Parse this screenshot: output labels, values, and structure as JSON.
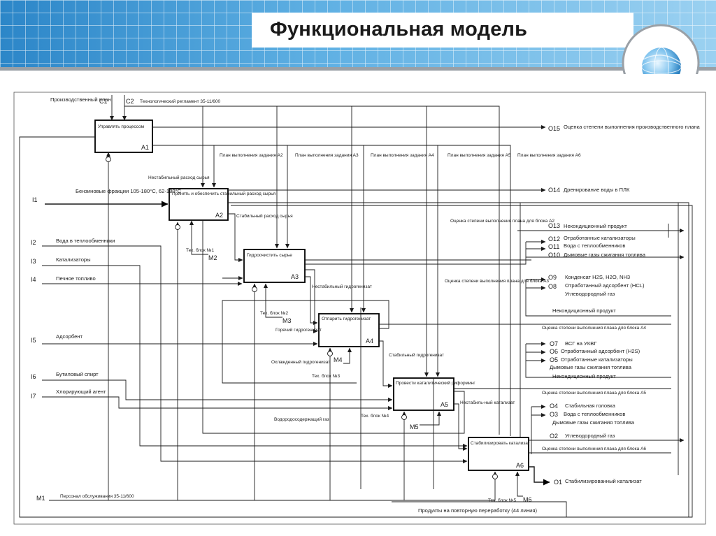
{
  "title": "Функциональная модель",
  "colors": {
    "header_blue": "#2e87c9",
    "header_light": "#8fc8ec",
    "grid": "#ffffff",
    "line": "#1a1a1a"
  },
  "icons": {
    "globe": "globe-icon"
  },
  "controls": {
    "c1": "C1",
    "c1_text": "Производственный план",
    "c2": "C2",
    "c2_text": "Технологический регламент 35-11/600",
    "plan": [
      "План выполнения задания А2",
      "План выполнения задания А3",
      "План выполнения задания А4",
      "План выполнения задания А5",
      "План выполнения задания А6"
    ]
  },
  "blocks": [
    {
      "id": "A1",
      "label": "Управлять процессом"
    },
    {
      "id": "A2",
      "label": "Принять и обеспечить стабильный расход сырья"
    },
    {
      "id": "A3",
      "label": "Гидроочистить сырье"
    },
    {
      "id": "A4",
      "label": "Отпарить гидрогенизат"
    },
    {
      "id": "A5",
      "label": "Провести каталитический риформинг"
    },
    {
      "id": "A6",
      "label": "Стабилизировать катализат"
    }
  ],
  "inputs": [
    {
      "code": "I1",
      "label": "Бензиновые фракции 105-180°С, 62-180°С"
    },
    {
      "code": "I2",
      "label": "Вода в теплообменники"
    },
    {
      "code": "I3",
      "label": "Катализаторы"
    },
    {
      "code": "I4",
      "label": "Печное топливо"
    },
    {
      "code": "I5",
      "label": "Адсорбент"
    },
    {
      "code": "I6",
      "label": "Бутиловый спирт"
    },
    {
      "code": "I7",
      "label": "Хлорирующий агент"
    }
  ],
  "mechanisms": {
    "m1": "M1",
    "m1_text": "Персонал обслуживания 35-11/600",
    "m2": "M2",
    "m3": "M3",
    "m4": "M4",
    "m5": "M5",
    "m6": "M6",
    "tb1": "Тех. блок №1",
    "tb2": "Тех. блок №2",
    "tb3": "Тех. блок №3",
    "tb4": "Тех. блок №4",
    "tb5": "Тех. блок №5"
  },
  "flows": {
    "unstable_flow": "Нестабильный расход сырья",
    "stable_flow": "Стабильный расход сырья",
    "unstable_hydro": "Нестабильный гидрогенизат",
    "hot_hydro": "Горячий гидрогенизат",
    "cooled_hydro": "Охлажденный гидрогенизат",
    "stable_hydro": "Стабильный гидрогенизат",
    "unstable_cat": "Нестабиль-ный катализат",
    "h2_gas": "Водородосодержащий газ",
    "eval_a2": "Оценка степени выполнения плана для блока А2",
    "eval_a3": "Оценка степени выполнения плана для блока А3",
    "recycle": "Продукты на повторную переработку (44 линия)"
  },
  "outputs": {
    "o15": "O15",
    "o15_text": "Оценка степени выполнения производственного плана",
    "o14": "O14",
    "o14_text": "Дренирование воды в ПЛК",
    "o13": "O13",
    "o13_text": "Неконди­ционный продукт",
    "o12": "O12",
    "o12_text": "Отработанные катализаторы",
    "o11": "O11",
    "o11_text": "Вода с теплообменников",
    "o10": "O10",
    "o10_text": "Дымовые газы сжигания топлива",
    "o9": "O9",
    "o9_text": "Конденсат H2S, H2O, NH3",
    "o8": "O8",
    "o8_text": "Отработанный адсорбент (HCL)",
    "o8b_text": "Углеводородный газ",
    "nk1": "Некондиционный продукт",
    "eval_a4": "Оценка степени выполнения плана для блока А4",
    "o7": "O7",
    "o7_text": "ВСГ на УКВГ",
    "o6": "O6",
    "o6_text": "Отработанный адсорбент (H2S)",
    "o5": "O5",
    "o5_text": "Отработанные катализаторы",
    "o5b_text": "Дымовые газы сжигания топлива",
    "nk2": "Некондиционный продукт",
    "eval_a5": "Оценка степени выполнения плана для блока А5",
    "o4": "O4",
    "o4_text": "Стабильная головка",
    "o3": "O3",
    "o3_text": "Вода с теплообменников",
    "o3b_text": "Дымовые газы сжигания топлива",
    "o2": "O2",
    "o2_text": "Углеводородный газ",
    "eval_a6": "Оценка степени выполнения плана для блока А6",
    "o1": "O1",
    "o1_text": "Стабилизированный катализат"
  }
}
